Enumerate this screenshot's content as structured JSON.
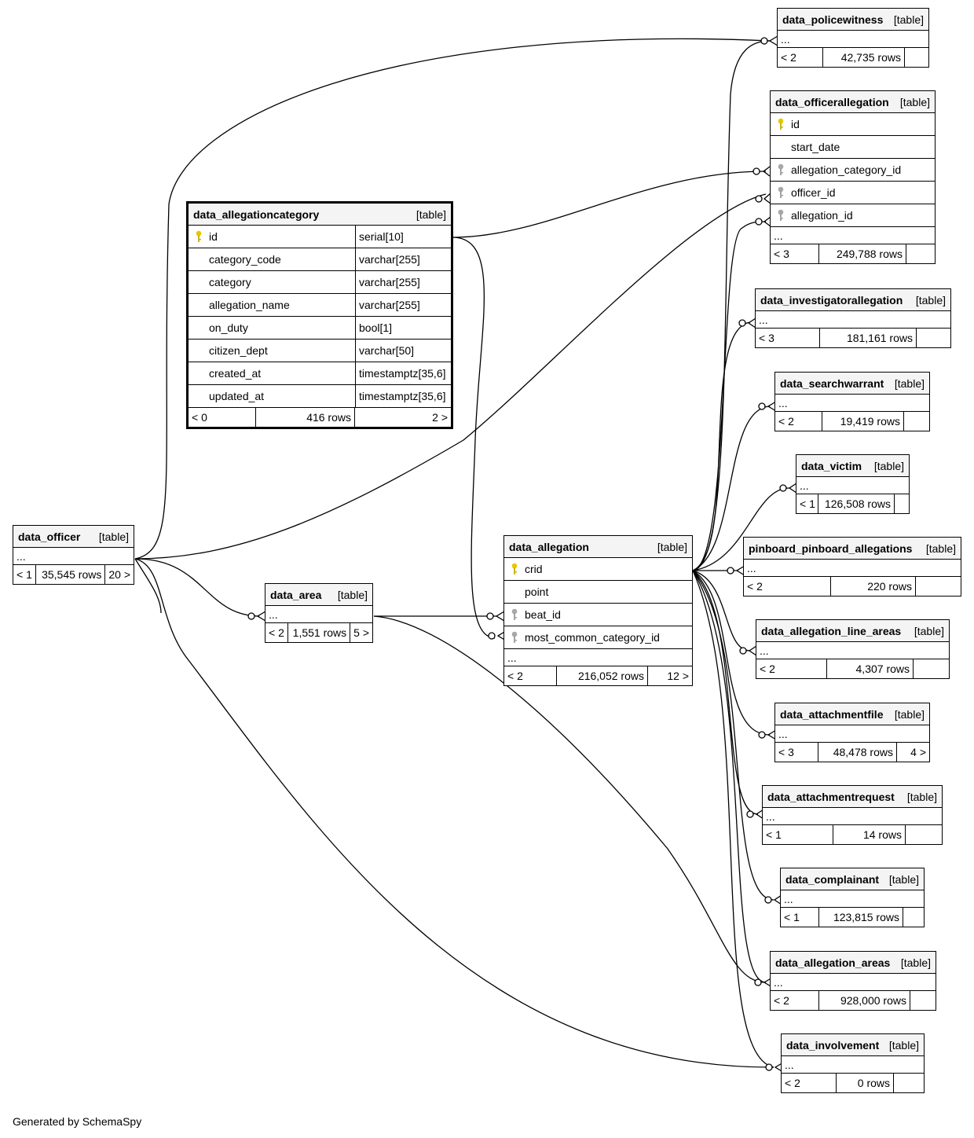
{
  "footer": "Generated by SchemaSpy",
  "focus_table": {
    "name": "data_allegationcategory",
    "type": "[table]",
    "columns": [
      {
        "name": "id",
        "type": "serial[10]",
        "key": "primary"
      },
      {
        "name": "category_code",
        "type": "varchar[255]",
        "key": ""
      },
      {
        "name": "category",
        "type": "varchar[255]",
        "key": ""
      },
      {
        "name": "allegation_name",
        "type": "varchar[255]",
        "key": ""
      },
      {
        "name": "on_duty",
        "type": "bool[1]",
        "key": ""
      },
      {
        "name": "citizen_dept",
        "type": "varchar[50]",
        "key": ""
      },
      {
        "name": "created_at",
        "type": "timestamptz[35,6]",
        "key": ""
      },
      {
        "name": "updated_at",
        "type": "timestamptz[35,6]",
        "key": ""
      }
    ],
    "parents": "< 0",
    "rows": "416 rows",
    "children": "2 >"
  },
  "tables": {
    "data_policewitness": {
      "name": "data_policewitness",
      "type": "[table]",
      "ellipsis": "...",
      "parents": "< 2",
      "rows": "42,735 rows",
      "children": ""
    },
    "data_officerallegation": {
      "name": "data_officerallegation",
      "type": "[table]",
      "ellipsis": "...",
      "parents": "< 3",
      "rows": "249,788 rows",
      "children": "",
      "columns": [
        {
          "name": "id",
          "key": "primary"
        },
        {
          "name": "start_date",
          "key": ""
        },
        {
          "name": "allegation_category_id",
          "key": "foreign"
        },
        {
          "name": "officer_id",
          "key": "foreign"
        },
        {
          "name": "allegation_id",
          "key": "foreign"
        }
      ]
    },
    "data_investigatorallegation": {
      "name": "data_investigatorallegation",
      "type": "[table]",
      "ellipsis": "...",
      "parents": "< 3",
      "rows": "181,161 rows",
      "children": ""
    },
    "data_searchwarrant": {
      "name": "data_searchwarrant",
      "type": "[table]",
      "ellipsis": "...",
      "parents": "< 2",
      "rows": "19,419 rows",
      "children": ""
    },
    "data_victim": {
      "name": "data_victim",
      "type": "[table]",
      "ellipsis": "...",
      "parents": "< 1",
      "rows": "126,508 rows",
      "children": ""
    },
    "pinboard_pinboard_allegations": {
      "name": "pinboard_pinboard_allegations",
      "type": "[table]",
      "ellipsis": "...",
      "parents": "< 2",
      "rows": "220 rows",
      "children": ""
    },
    "data_allegation_line_areas": {
      "name": "data_allegation_line_areas",
      "type": "[table]",
      "ellipsis": "...",
      "parents": "< 2",
      "rows": "4,307 rows",
      "children": ""
    },
    "data_attachmentfile": {
      "name": "data_attachmentfile",
      "type": "[table]",
      "ellipsis": "...",
      "parents": "< 3",
      "rows": "48,478 rows",
      "children": "4 >"
    },
    "data_attachmentrequest": {
      "name": "data_attachmentrequest",
      "type": "[table]",
      "ellipsis": "...",
      "parents": "< 1",
      "rows": "14 rows",
      "children": ""
    },
    "data_complainant": {
      "name": "data_complainant",
      "type": "[table]",
      "ellipsis": "...",
      "parents": "< 1",
      "rows": "123,815 rows",
      "children": ""
    },
    "data_allegation_areas": {
      "name": "data_allegation_areas",
      "type": "[table]",
      "ellipsis": "...",
      "parents": "< 2",
      "rows": "928,000 rows",
      "children": ""
    },
    "data_involvement": {
      "name": "data_involvement",
      "type": "[table]",
      "ellipsis": "...",
      "parents": "< 2",
      "rows": "0 rows",
      "children": ""
    },
    "data_officer": {
      "name": "data_officer",
      "type": "[table]",
      "ellipsis": "...",
      "parents": "< 1",
      "rows": "35,545 rows",
      "children": "20 >"
    },
    "data_area": {
      "name": "data_area",
      "type": "[table]",
      "ellipsis": "...",
      "parents": "< 2",
      "rows": "1,551 rows",
      "children": "5 >"
    },
    "data_allegation": {
      "name": "data_allegation",
      "type": "[table]",
      "ellipsis": "...",
      "parents": "< 2",
      "rows": "216,052 rows",
      "children": "12 >",
      "columns": [
        {
          "name": "crid",
          "key": "primary"
        },
        {
          "name": "point",
          "key": ""
        },
        {
          "name": "beat_id",
          "key": "foreign"
        },
        {
          "name": "most_common_category_id",
          "key": "foreign"
        }
      ]
    }
  },
  "colors": {
    "primary_key": "#e6c800",
    "foreign_key": "#a8a8a8",
    "header_bg": "#f4f4f4"
  }
}
